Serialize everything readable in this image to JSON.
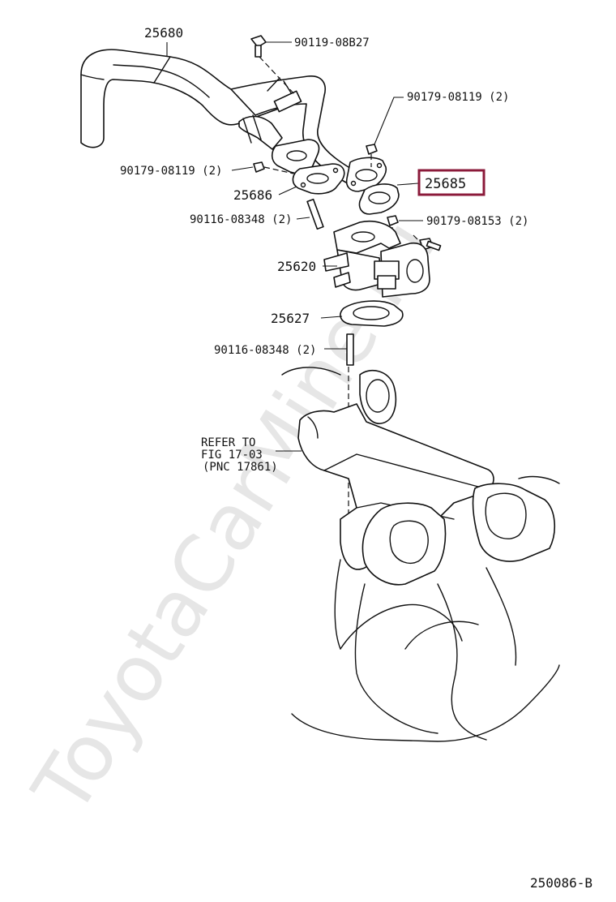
{
  "watermark": "ToyotaCarMine.ru",
  "figure_id": "250086-B",
  "highlight_color": "#8b1a3a",
  "callouts": {
    "pipe": "25680",
    "bolt_top": "90119-08B27",
    "nut_right": "90179-08119 (2)",
    "nut_left": "90179-08119 (2)",
    "gasket_upper_left": "25686",
    "gasket_highlight": "25685",
    "stud_upper": "90116-08348 (2)",
    "nut_mid": "90179-08153 (2)",
    "valve": "25620",
    "gasket_lower": "25627",
    "stud_lower": "90116-08348 (2)",
    "refer_line1": "REFER TO",
    "refer_line2": "FIG 17-03",
    "refer_line3": "(PNC 17861)"
  }
}
